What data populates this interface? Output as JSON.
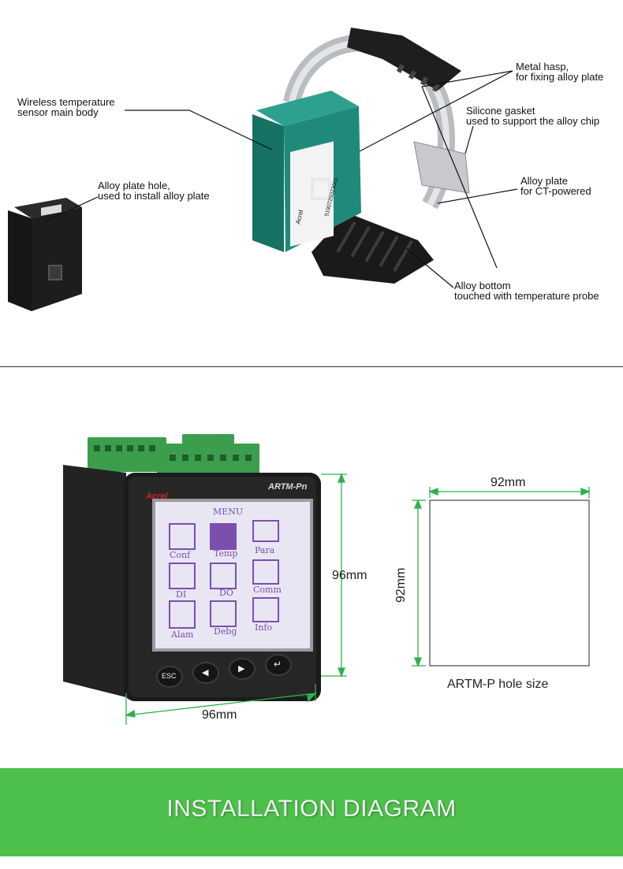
{
  "top_section": {
    "callouts": {
      "main_body": [
        "Wireless temperature",
        "sensor main body"
      ],
      "plate_hole": [
        "Alloy plate hole,",
        "used to install alloy plate"
      ],
      "metal_hasp": [
        "Metal hasp,",
        "for fixing alloy plate"
      ],
      "gasket": [
        "Silicone gasket",
        "used to support the alloy chip"
      ],
      "alloy_plate": [
        "Alloy plate",
        "for CT-powered"
      ],
      "alloy_bottom": [
        "Alloy bottom",
        "touched with temperature probe"
      ]
    },
    "sensor_label": {
      "brand": "Acrel",
      "serial": "5190725023001"
    }
  },
  "device": {
    "brand": "Acrel",
    "model": "ARTM-Pn",
    "screen_title": "MENU",
    "menu_items": [
      "Conf",
      "Temp",
      "Para",
      "DI",
      "DO",
      "Comm",
      "Alam",
      "Debg",
      "Info"
    ],
    "buttons": [
      "ESC",
      "◀",
      "▶",
      "↵"
    ],
    "width_dim": "96mm",
    "height_dim": "96mm"
  },
  "hole": {
    "width_dim": "92mm",
    "height_dim": "92mm",
    "caption": "ARTM-P hole size"
  },
  "banner": {
    "title": "INSTALLATION DIAGRAM"
  },
  "colors": {
    "sensor_teal": "#1f8a7a",
    "banner_green": "#4cc04a",
    "dimension_green": "#2bb24a",
    "lcd_bg": "#e8e6f2",
    "menu_purple": "#7a4fb0"
  }
}
